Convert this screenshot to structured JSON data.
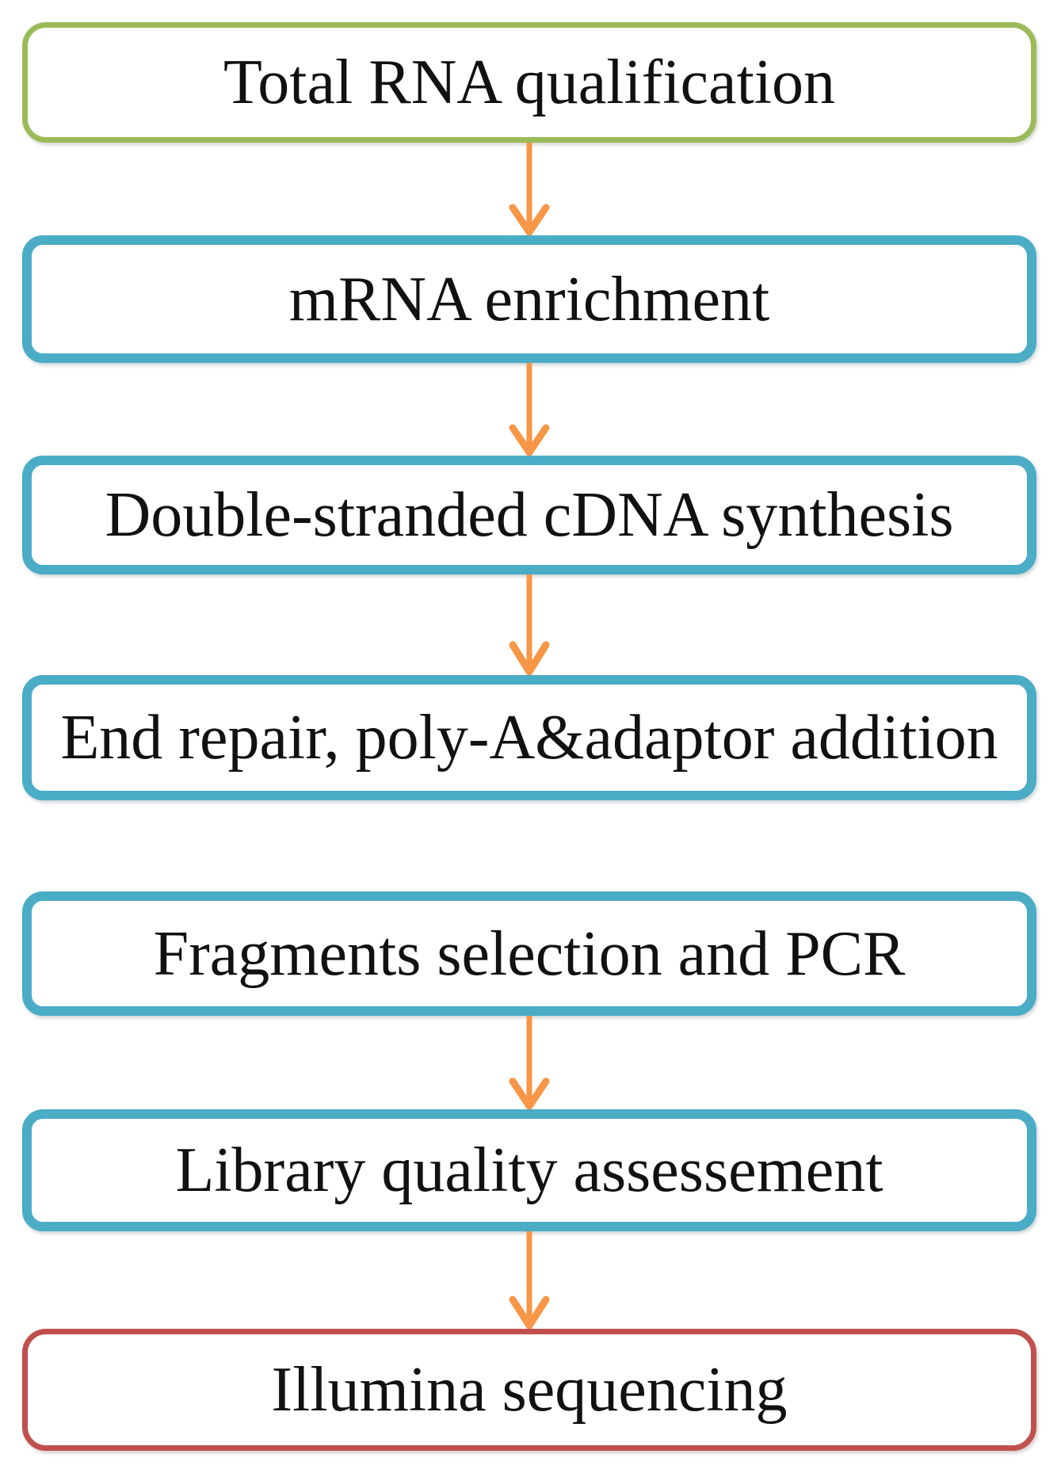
{
  "diagram": {
    "description": "RNA sequencing library preparation workflow flowchart",
    "background": "#ffffff"
  },
  "colors": {
    "start_box_border": "#9bbb59",
    "process_box_border": "#4bacc6",
    "final_box_border": "#c0504d",
    "arrow": "#f79646",
    "box_fill": "#ffffff",
    "text": "#111111"
  },
  "steps": [
    {
      "label": "Total RNA qualification",
      "kind": "start"
    },
    {
      "label": "mRNA enrichment",
      "kind": "process"
    },
    {
      "label": "Double-stranded cDNA synthesis",
      "kind": "process"
    },
    {
      "label": "End repair, poly-A&adaptor addition",
      "kind": "process"
    },
    {
      "label": "Fragments selection and PCR",
      "kind": "process"
    },
    {
      "label": "Library quality assessement",
      "kind": "process"
    },
    {
      "label": "Illumina sequencing",
      "kind": "final"
    }
  ],
  "connections": [
    {
      "from": "Total RNA qualification",
      "to": "mRNA enrichment",
      "arrow": true
    },
    {
      "from": "mRNA enrichment",
      "to": "Double-stranded cDNA synthesis",
      "arrow": true
    },
    {
      "from": "Double-stranded cDNA synthesis",
      "to": "End repair, poly-A&adaptor addition",
      "arrow": true
    },
    {
      "from": "End repair, poly-A&adaptor addition",
      "to": "Fragments selection and PCR",
      "arrow": false
    },
    {
      "from": "Fragments selection and PCR",
      "to": "Library quality assessement",
      "arrow": true
    },
    {
      "from": "Library quality assessement",
      "to": "Illumina sequencing",
      "arrow": true
    }
  ]
}
